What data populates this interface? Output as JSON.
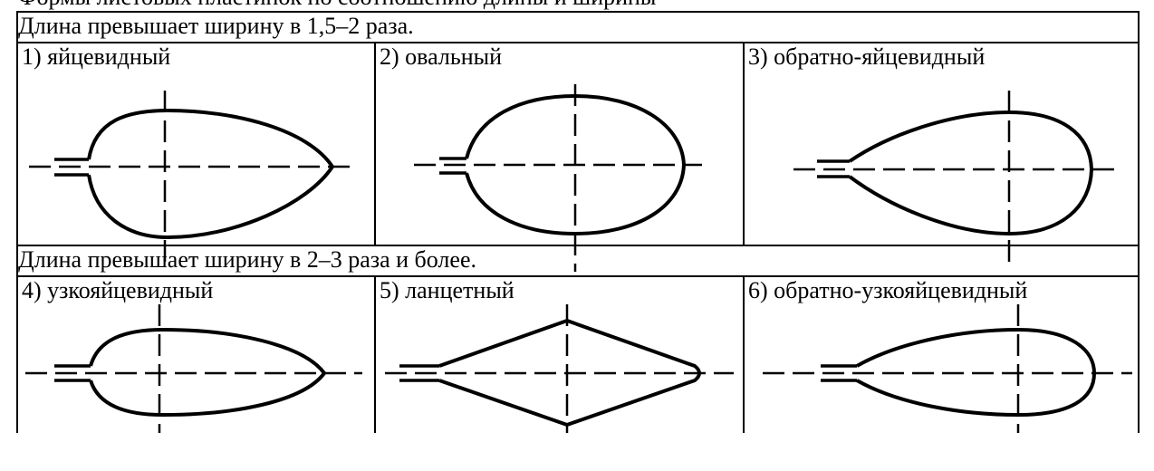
{
  "top_fragment": "Формы листовых пластинок по соотношению длины и ширины",
  "groups": [
    {
      "header": "Длина превышает ширину в 1,5–2 раза.",
      "cells": [
        {
          "label": "1) яйцевидный",
          "shape": "ovate"
        },
        {
          "label": "2) овальный",
          "shape": "oval"
        },
        {
          "label": "3) обратно-яйцевидный",
          "shape": "obovate"
        }
      ]
    },
    {
      "header": "Длина превышает ширину в 2–3 раза и более.",
      "cells": [
        {
          "label": "4) узкояйцевидный",
          "shape": "narrow-ovate"
        },
        {
          "label": "5) ланцетный",
          "shape": "lanceolate"
        },
        {
          "label": "6) обратно-узкояйцевидный",
          "shape": "narrow-obovate"
        }
      ]
    }
  ]
}
